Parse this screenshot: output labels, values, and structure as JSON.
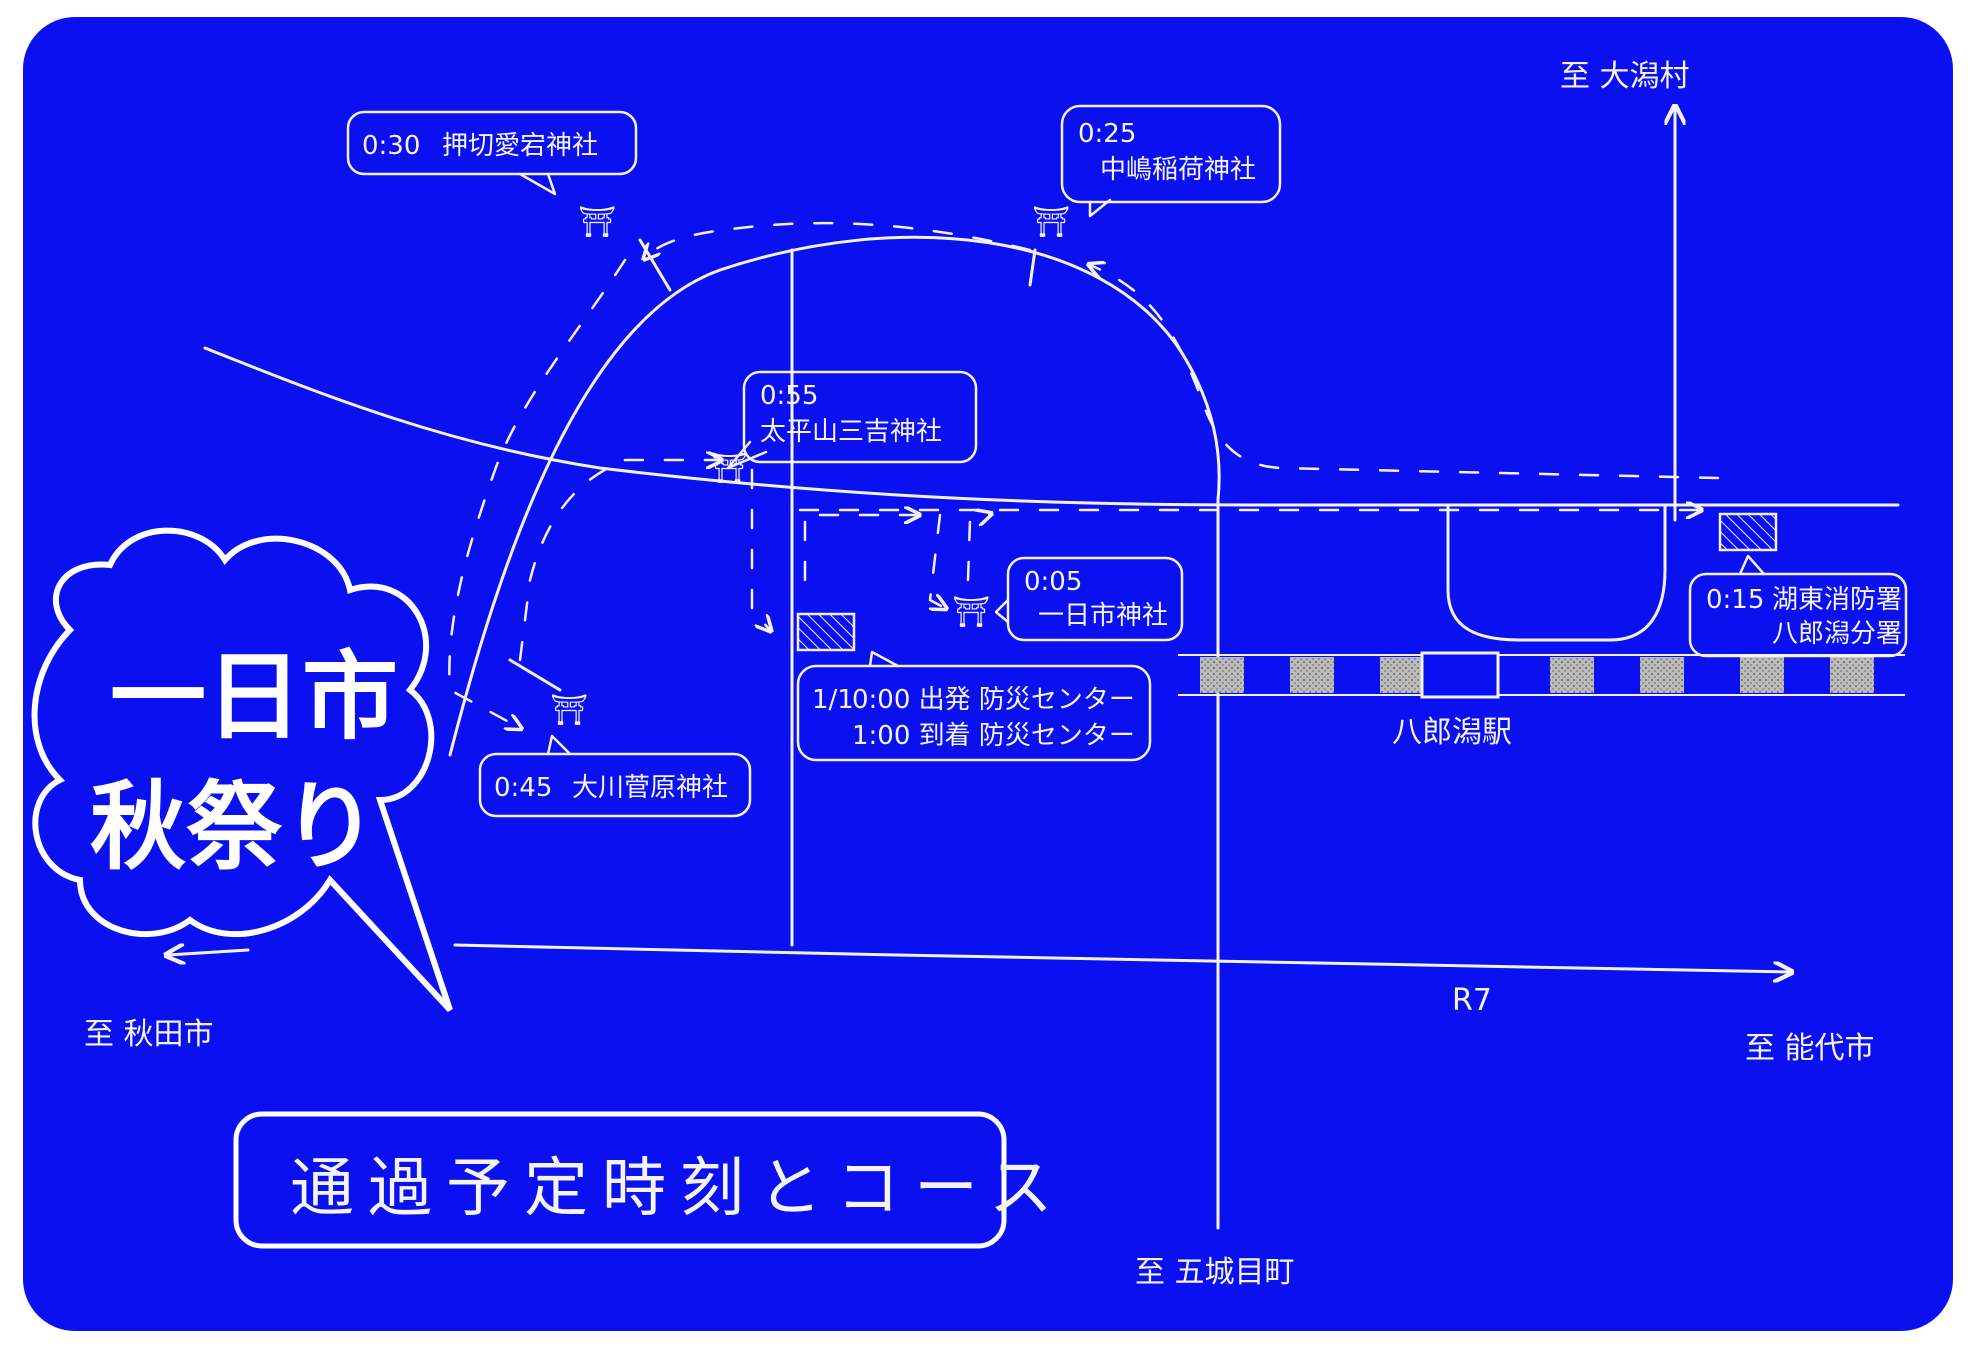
{
  "colors": {
    "background": "#0a10f0",
    "line": "#f2f2f2",
    "frame": "#ffffff"
  },
  "logo": {
    "line1": "一日市",
    "line2": "秋祭り"
  },
  "title": "通過予定時刻とコース",
  "directions": {
    "ogata": "至 大潟村",
    "akita": "至 秋田市",
    "noshiro": "至 能代市",
    "gojome": "至 五城目町"
  },
  "road_label": "R7",
  "station": "八郎潟駅",
  "shrine_symbol": "⛩",
  "stops": {
    "oshikiri": {
      "time": "0:30",
      "name": "押切愛宕神社"
    },
    "nakajima": {
      "time": "0:25",
      "name": "中嶋稲荷神社"
    },
    "taiheizan": {
      "time": "0:55",
      "name": "太平山三吉神社"
    },
    "hitoichi": {
      "time": "0:05",
      "name": "一日市神社"
    },
    "okawa": {
      "time": "0:45",
      "name": "大川菅原神社"
    },
    "kotou": {
      "time": "0:15",
      "name": "湖東消防署",
      "sub": "八郎潟分署"
    }
  },
  "schedule": {
    "date": "1/1",
    "depart": "0:00 出発 防災センター",
    "arrive": "1:00 到着 防災センター"
  }
}
